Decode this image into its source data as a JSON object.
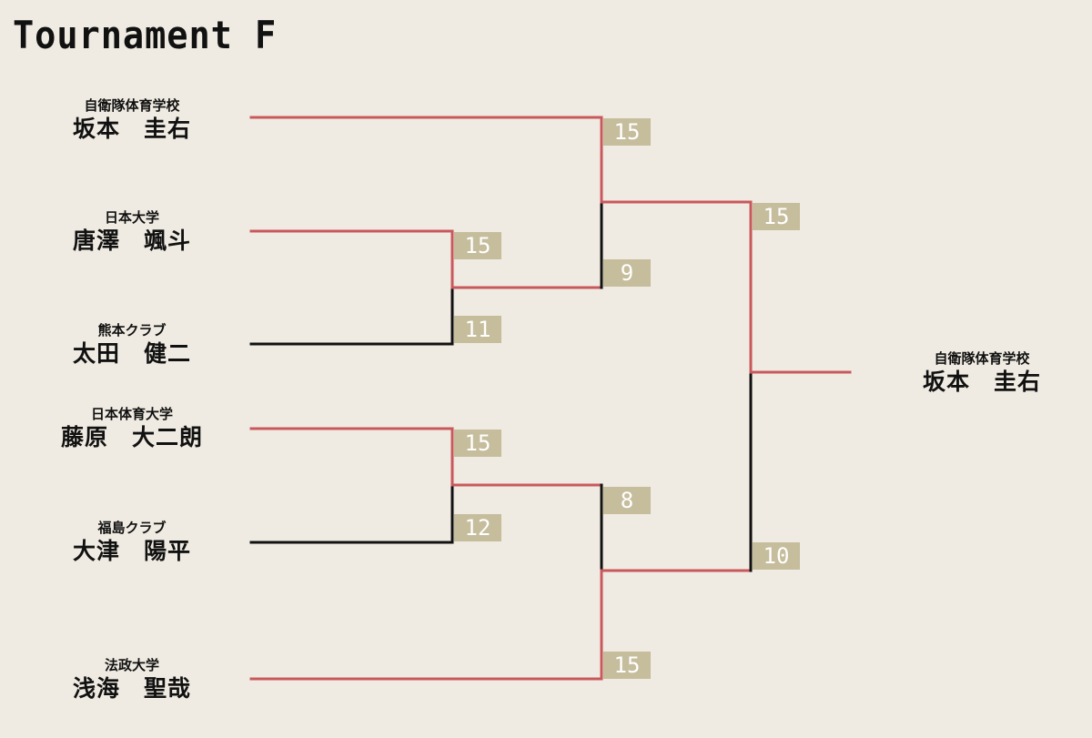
{
  "title": "Tournament F",
  "colors": {
    "background": "#efebe2",
    "winner_line": "#c9585c",
    "loser_line": "#111111",
    "score_box": "#c6bd9c",
    "score_text": "#ffffff"
  },
  "players": [
    {
      "team": "自衛隊体育学校",
      "name": "坂本　圭右"
    },
    {
      "team": "日本大学",
      "name": "唐澤　颯斗"
    },
    {
      "team": "熊本クラブ",
      "name": "太田　健二"
    },
    {
      "team": "日本体育大学",
      "name": "藤原　大二朗"
    },
    {
      "team": "福島クラブ",
      "name": "大津　陽平"
    },
    {
      "team": "法政大学",
      "name": "浅海　聖哉"
    }
  ],
  "champion": {
    "team": "自衛隊体育学校",
    "name": "坂本　圭右"
  },
  "scores": {
    "r1_top": [
      "15",
      "11"
    ],
    "r1_bottom": [
      "15",
      "12"
    ],
    "sf_top": [
      "15",
      "9"
    ],
    "sf_bottom": [
      "8",
      "15"
    ],
    "final": [
      "15",
      "10"
    ]
  }
}
